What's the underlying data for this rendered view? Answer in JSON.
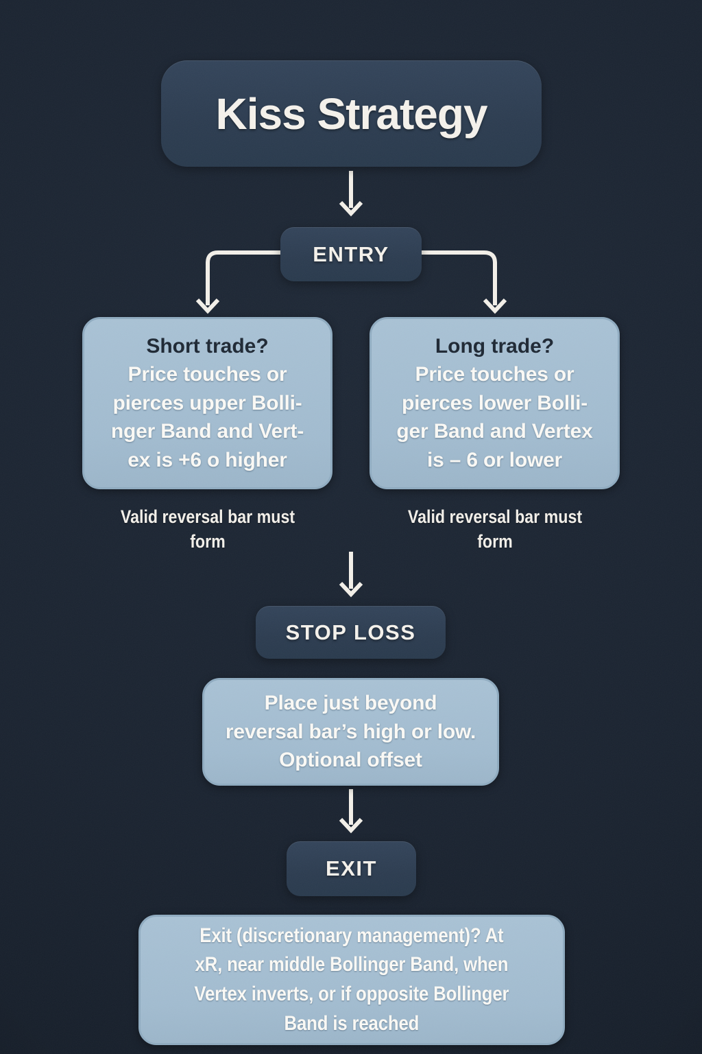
{
  "title": "Kiss Strategy",
  "flow": {
    "entry_label": "ENTRY",
    "stop_loss_label": "STOP LOSS",
    "exit_label": "EXIT",
    "short_branch": {
      "heading": "Short trade?",
      "body": "Price touches or\npierces upper Bolli-\nnger Band and Vert-\nex is +6 o higher",
      "caption": "Valid reversal bar must\nform"
    },
    "long_branch": {
      "heading": "Long trade?",
      "body": "Price touches or\npierces lower Bolli-\nger Band and Vertex\nis – 6 or lower",
      "caption": "Valid reversal bar must\nform"
    },
    "stop_loss_detail": "Place just beyond\nreversal bar’s high or low.\nOptional offset",
    "exit_detail": "Exit (discretionary management)? At\nxR, near middle Bollinger Band, when\nVertex inverts, or if opposite Bollinger\nBand is reached"
  },
  "colors": {
    "background": "#1a2330",
    "node_dark": "#2e3d51",
    "node_light": "#a2bcd0",
    "node_light_border": "#8fabc0",
    "text_light": "#f5f2ec",
    "text_dark": "#1e2834",
    "arrow": "#f3f0e9"
  }
}
